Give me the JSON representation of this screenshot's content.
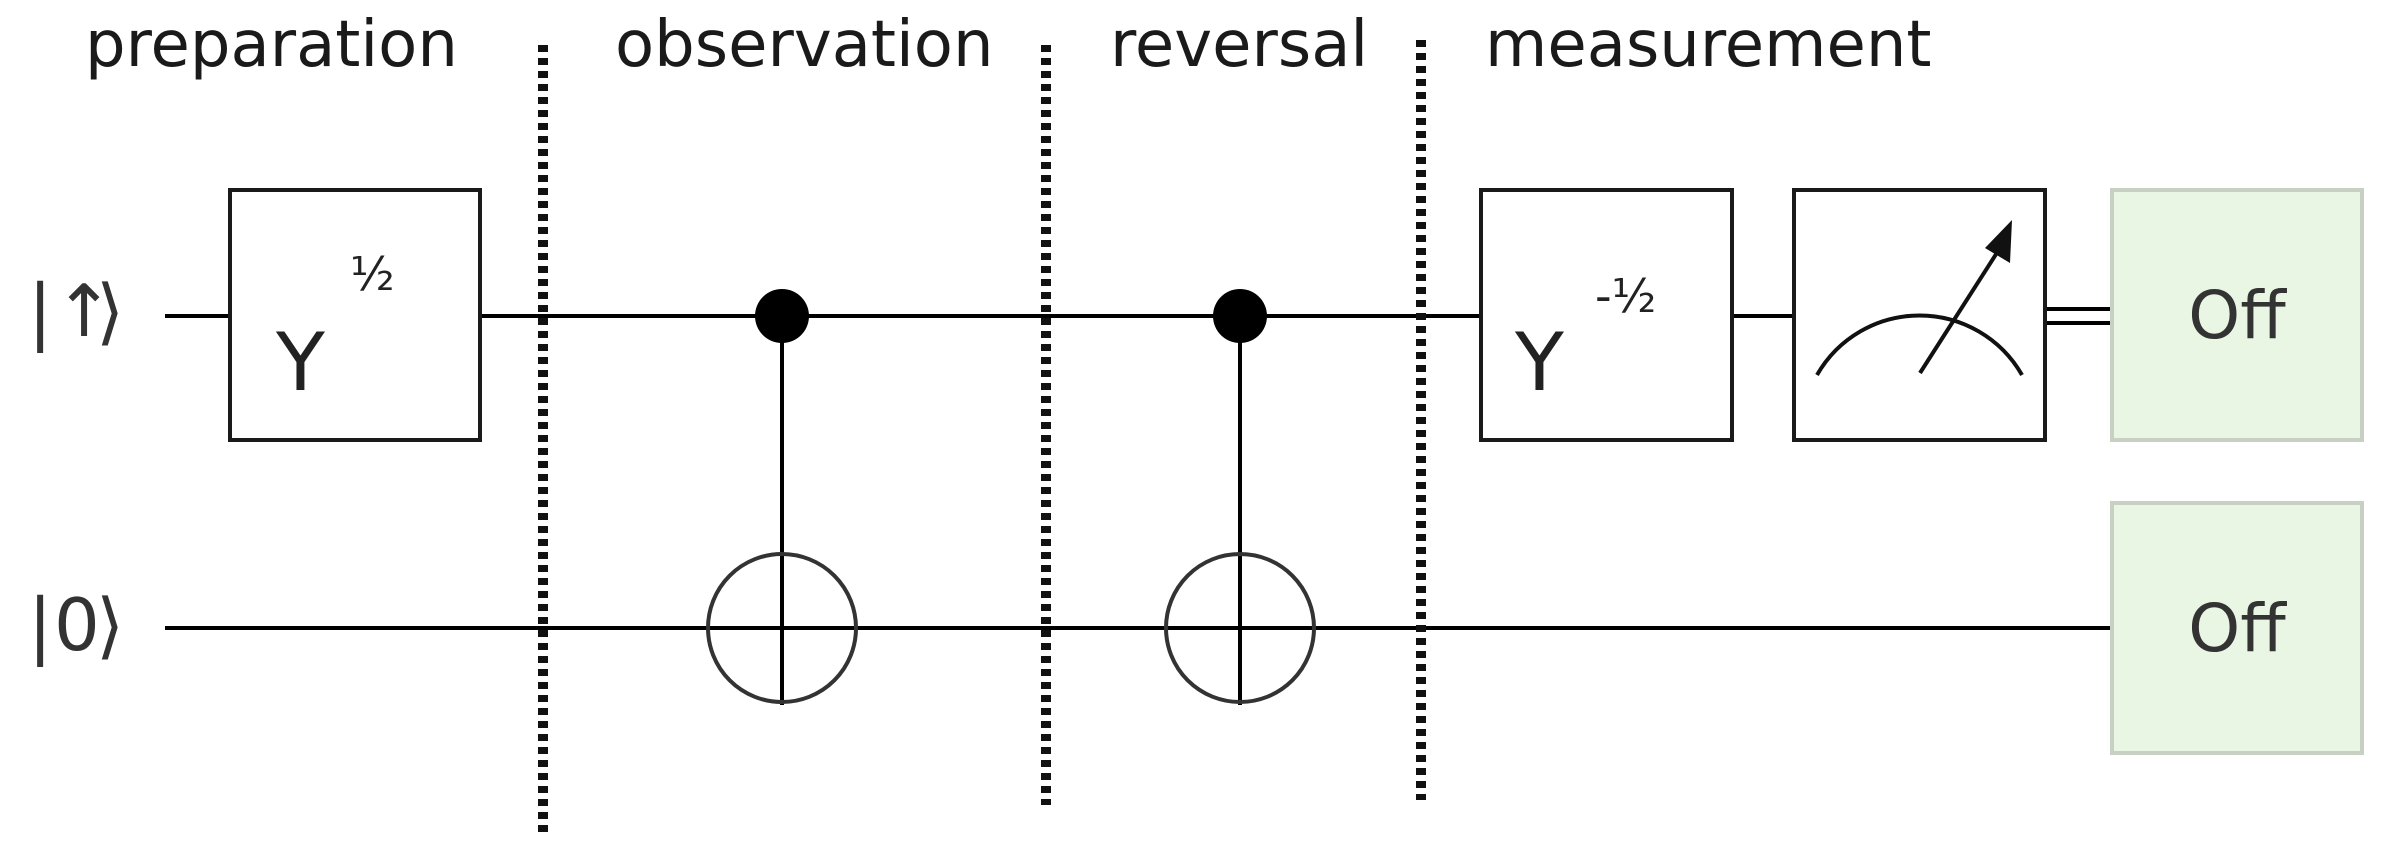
{
  "sections": [
    "preparation",
    "observation",
    "reversal",
    "measurement"
  ],
  "qubits": [
    {
      "ket_open": "|",
      "ket_symbol": "↑",
      "ket_close": "⟩"
    },
    {
      "ket_open": "|",
      "ket_symbol": "0",
      "ket_close": "⟩"
    }
  ],
  "gates": {
    "prep": {
      "base": "Y",
      "exponent": "½"
    },
    "meas": {
      "base": "Y",
      "exponent": "-½"
    }
  },
  "indicators": [
    "Off",
    "Off"
  ],
  "colors": {
    "wire": "#000000",
    "gate_border": "#1a1a1a",
    "indicator_fill": "#eaf6e4",
    "indicator_border": "#c8d0c4",
    "barrier": "#111111"
  }
}
